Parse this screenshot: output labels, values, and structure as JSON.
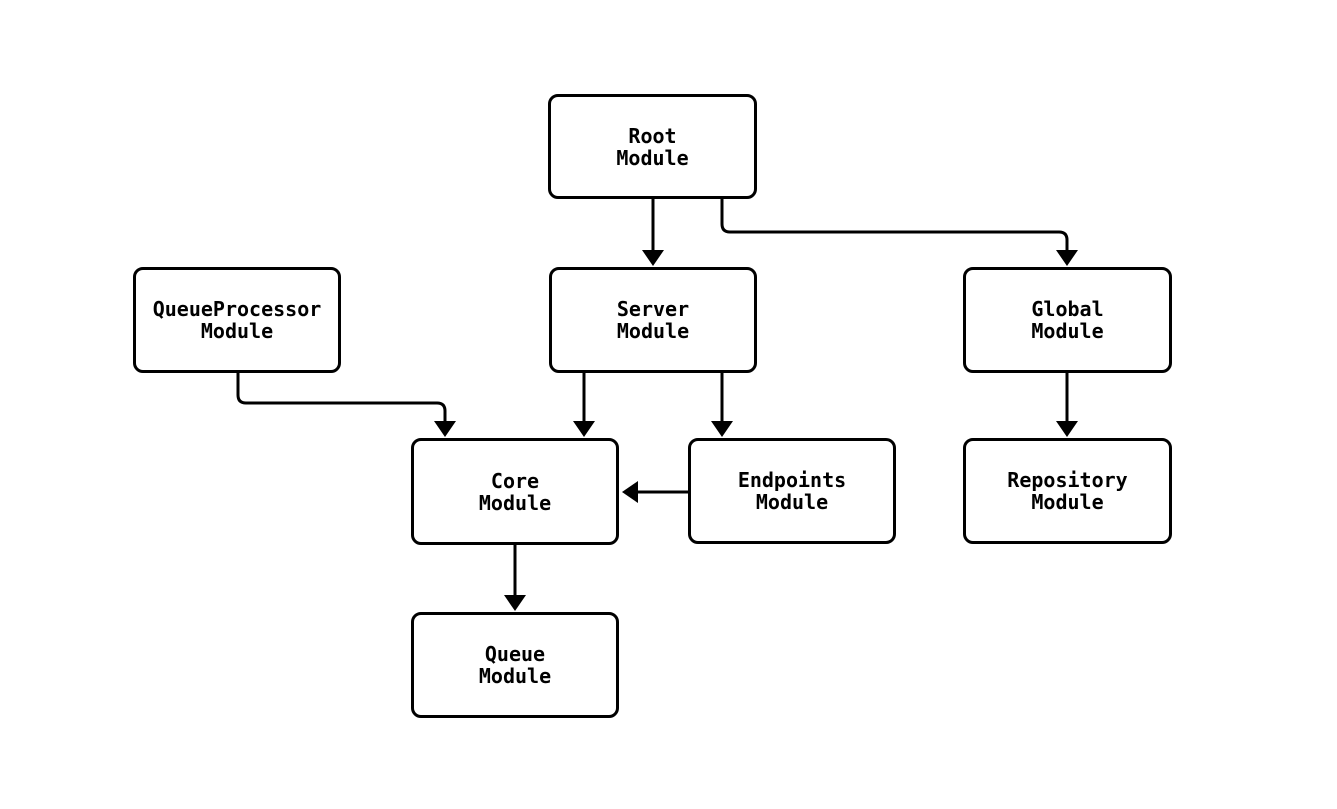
{
  "colors": {
    "background": "#ffffff",
    "edge": "#000000",
    "node_border": "#000000",
    "node_fill": "#ffffff",
    "text": "#000000"
  },
  "diagram": {
    "type": "module-dependency-flowchart",
    "nodes": {
      "root": {
        "line1": "Root",
        "line2": "Module"
      },
      "server": {
        "line1": "Server",
        "line2": "Module"
      },
      "global": {
        "line1": "Global",
        "line2": "Module"
      },
      "queueprocessor": {
        "line1": "QueueProcessor",
        "line2": "Module"
      },
      "core": {
        "line1": "Core",
        "line2": "Module"
      },
      "endpoints": {
        "line1": "Endpoints",
        "line2": "Module"
      },
      "repository": {
        "line1": "Repository",
        "line2": "Module"
      },
      "queue": {
        "line1": "Queue",
        "line2": "Module"
      }
    },
    "edges": [
      {
        "from": "Root Module",
        "to": "Server Module"
      },
      {
        "from": "Root Module",
        "to": "Global Module"
      },
      {
        "from": "QueueProcessor Module",
        "to": "Core Module"
      },
      {
        "from": "Server Module",
        "to": "Core Module"
      },
      {
        "from": "Server Module",
        "to": "Endpoints Module"
      },
      {
        "from": "Endpoints Module",
        "to": "Core Module"
      },
      {
        "from": "Global Module",
        "to": "Repository Module"
      },
      {
        "from": "Core Module",
        "to": "Queue Module"
      }
    ]
  }
}
